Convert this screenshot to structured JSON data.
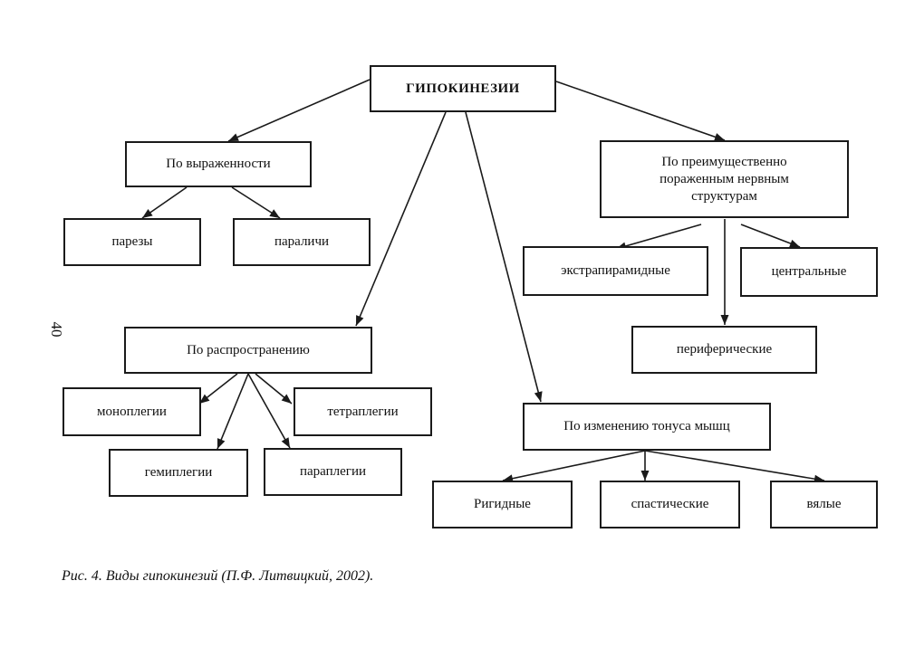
{
  "diagram": {
    "root": "ГИПОКИНЕЗИИ",
    "by_severity": {
      "label": "По выраженности",
      "paresis": "парезы",
      "paralysis": "параличи"
    },
    "by_structures": {
      "label_lines": [
        "По преимущественно",
        "пораженным нервным",
        "структурам"
      ],
      "extrapyramidal": "экстрапирамидные",
      "central": "центральные",
      "peripheral": "периферические"
    },
    "by_spread": {
      "label": "По распространению",
      "monoplegia": "моноплегии",
      "tetraplegia": "тетраплегии",
      "hemiplegia": "гемиплегии",
      "paraplegia": "параплегии"
    },
    "by_tone": {
      "label": "По изменению тонуса мышц",
      "rigid": "Ригидные",
      "spastic": "спастические",
      "flaccid": "вялые"
    }
  },
  "page_number": "40",
  "caption": "Рис. 4. Виды гипокинезий (П.Ф. Литвицкий, 2002)."
}
